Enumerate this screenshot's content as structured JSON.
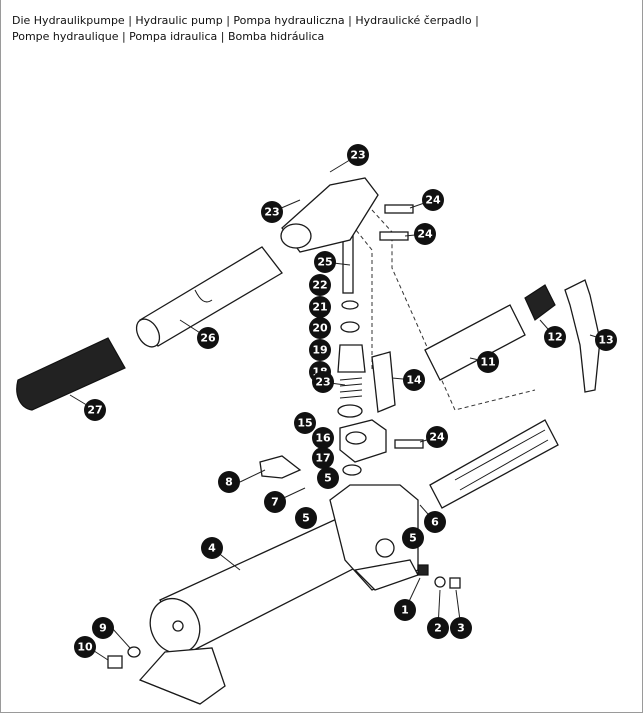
{
  "caption": {
    "line1": "Die  Hydraulikpumpe  |  Hydraulic  pump  |  Pompa  hydrauliczna  |  Hydraulické  čerpadlo  |",
    "line2": "Pompe hydraulique | Pompa idraulica | Bomba hidráulica"
  },
  "callouts": {
    "c23a": "23",
    "c24a": "24",
    "c23b": "23",
    "c24b": "24",
    "c25": "25",
    "c22": "22",
    "c21": "21",
    "c20": "20",
    "c19": "19",
    "c18": "18",
    "c26": "26",
    "c27": "27",
    "c12": "12",
    "c13": "13",
    "c11": "11",
    "c14": "14",
    "c23c": "23",
    "c15": "15",
    "c16": "16",
    "c24c": "24",
    "c17": "17",
    "c8": "8",
    "c5a": "5",
    "c7": "7",
    "c5b": "5",
    "c6": "6",
    "c5c": "5",
    "c4": "4",
    "c1": "1",
    "c2": "2",
    "c3": "3",
    "c9": "9",
    "c10": "10"
  },
  "colors": {
    "badge": "#111111",
    "line": "#1a1a1a",
    "background": "#ffffff"
  }
}
